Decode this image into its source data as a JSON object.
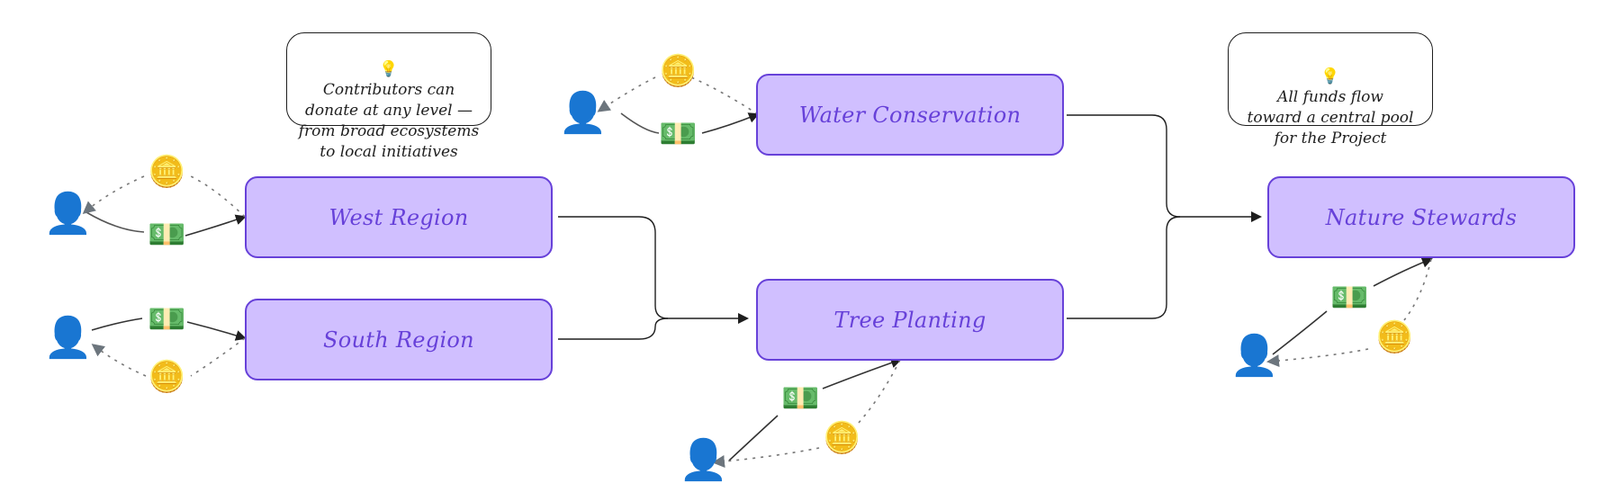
{
  "nodes": {
    "west": "West Region",
    "south": "South Region",
    "water": "Water Conservation",
    "tree": "Tree Planting",
    "nature": "Nature Stewards"
  },
  "notes": {
    "contributors": {
      "icon": "💡",
      "text": "Contributors can\ndonate at any level —\nfrom broad ecosystems\nto local initiatives"
    },
    "funds": {
      "icon": "💡",
      "text": "All funds flow\ntoward a central pool\nfor the Project"
    }
  },
  "icons": {
    "person": "👤",
    "coin": "🪙",
    "money": "💵"
  },
  "colors": {
    "node_fill": "#d0bfff",
    "node_stroke": "#6741d9",
    "wire": "#1e1e1e",
    "return_arrow": "#868e96"
  }
}
